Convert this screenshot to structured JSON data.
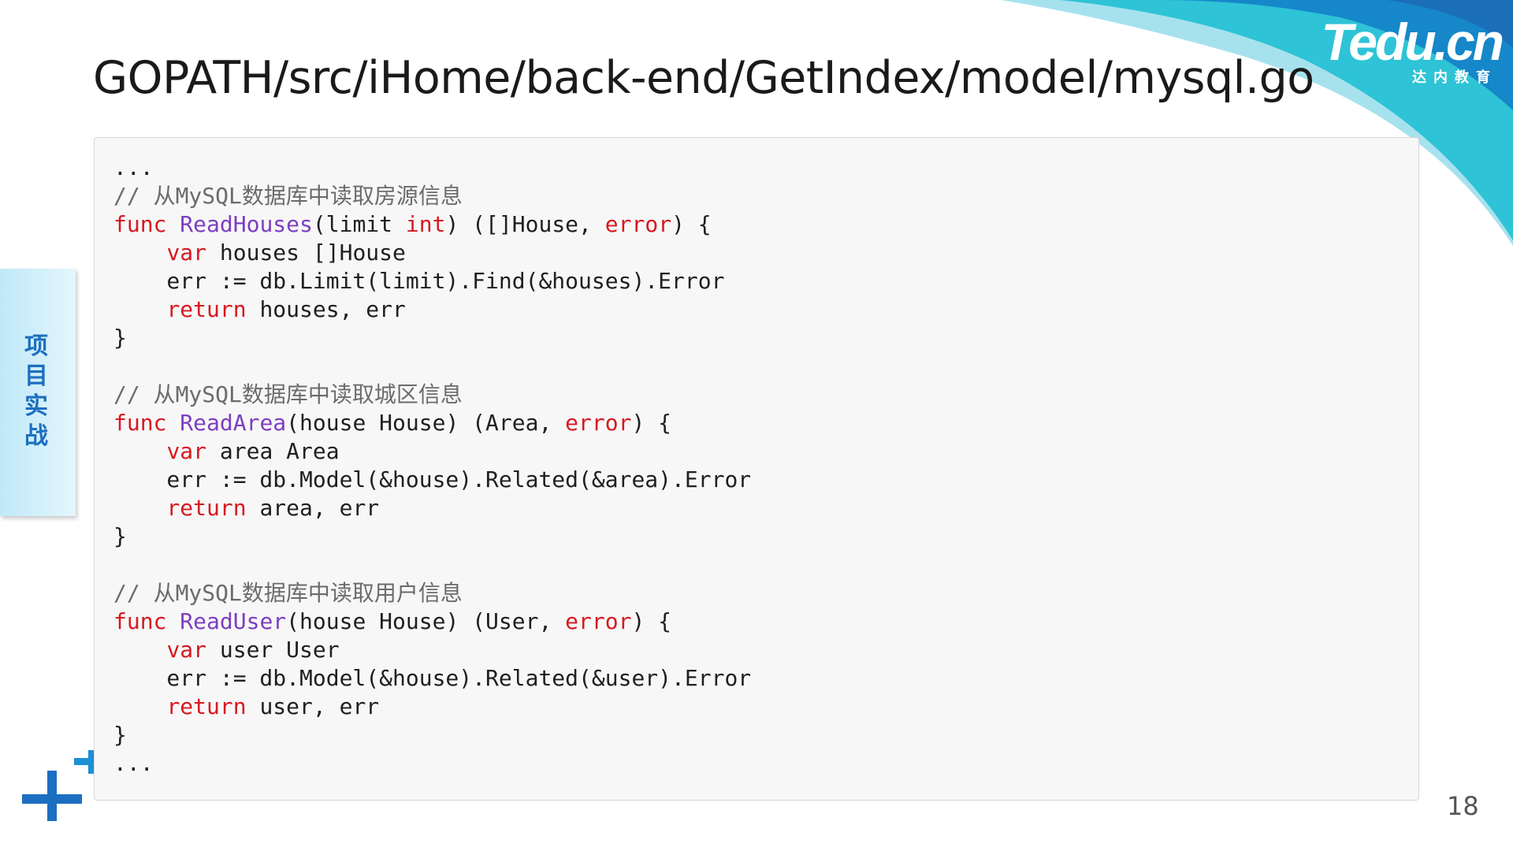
{
  "slide": {
    "title": "GOPATH/src/iHome/back-end/GetIndex/model/mysql.go",
    "page_number": "18"
  },
  "logo": {
    "word": "Tedu.cn",
    "subtitle": "达内教育"
  },
  "side_tab": {
    "label": "项目实战"
  },
  "colors": {
    "keyword": "#d7191e",
    "function": "#7d3ec0",
    "comment": "#6b6b6b",
    "text": "#1f1f1f",
    "code_background": "#f7f7f8",
    "brand_blue": "#1c6fc0",
    "brand_teal": "#2ec3d6"
  },
  "code": {
    "lines": [
      {
        "tokens": [
          {
            "text": "...",
            "type": "plain"
          }
        ]
      },
      {
        "tokens": [
          {
            "text": "// 从MySQL数据库中读取房源信息",
            "type": "comment"
          }
        ]
      },
      {
        "tokens": [
          {
            "text": "func",
            "type": "keyword"
          },
          {
            "text": " ",
            "type": "plain"
          },
          {
            "text": "ReadHouses",
            "type": "func"
          },
          {
            "text": "(limit ",
            "type": "plain"
          },
          {
            "text": "int",
            "type": "keyword"
          },
          {
            "text": ") ([]House, ",
            "type": "plain"
          },
          {
            "text": "error",
            "type": "keyword"
          },
          {
            "text": ") {",
            "type": "plain"
          }
        ]
      },
      {
        "tokens": [
          {
            "text": "    ",
            "type": "plain"
          },
          {
            "text": "var",
            "type": "keyword"
          },
          {
            "text": " houses []House",
            "type": "plain"
          }
        ]
      },
      {
        "tokens": [
          {
            "text": "    err := db.Limit(limit).Find(&houses).Error",
            "type": "plain"
          }
        ]
      },
      {
        "tokens": [
          {
            "text": "    ",
            "type": "plain"
          },
          {
            "text": "return",
            "type": "keyword"
          },
          {
            "text": " houses, err",
            "type": "plain"
          }
        ]
      },
      {
        "tokens": [
          {
            "text": "}",
            "type": "plain"
          }
        ]
      },
      {
        "tokens": []
      },
      {
        "tokens": [
          {
            "text": "// 从MySQL数据库中读取城区信息",
            "type": "comment"
          }
        ]
      },
      {
        "tokens": [
          {
            "text": "func",
            "type": "keyword"
          },
          {
            "text": " ",
            "type": "plain"
          },
          {
            "text": "ReadArea",
            "type": "func"
          },
          {
            "text": "(house House) (Area, ",
            "type": "plain"
          },
          {
            "text": "error",
            "type": "keyword"
          },
          {
            "text": ") {",
            "type": "plain"
          }
        ]
      },
      {
        "tokens": [
          {
            "text": "    ",
            "type": "plain"
          },
          {
            "text": "var",
            "type": "keyword"
          },
          {
            "text": " area Area",
            "type": "plain"
          }
        ]
      },
      {
        "tokens": [
          {
            "text": "    err := db.Model(&house).Related(&area).Error",
            "type": "plain"
          }
        ]
      },
      {
        "tokens": [
          {
            "text": "    ",
            "type": "plain"
          },
          {
            "text": "return",
            "type": "keyword"
          },
          {
            "text": " area, err",
            "type": "plain"
          }
        ]
      },
      {
        "tokens": [
          {
            "text": "}",
            "type": "plain"
          }
        ]
      },
      {
        "tokens": []
      },
      {
        "tokens": [
          {
            "text": "// 从MySQL数据库中读取用户信息",
            "type": "comment"
          }
        ]
      },
      {
        "tokens": [
          {
            "text": "func",
            "type": "keyword"
          },
          {
            "text": " ",
            "type": "plain"
          },
          {
            "text": "ReadUser",
            "type": "func"
          },
          {
            "text": "(house House) (User, ",
            "type": "plain"
          },
          {
            "text": "error",
            "type": "keyword"
          },
          {
            "text": ") {",
            "type": "plain"
          }
        ]
      },
      {
        "tokens": [
          {
            "text": "    ",
            "type": "plain"
          },
          {
            "text": "var",
            "type": "keyword"
          },
          {
            "text": " user User",
            "type": "plain"
          }
        ]
      },
      {
        "tokens": [
          {
            "text": "    err := db.Model(&house).Related(&user).Error",
            "type": "plain"
          }
        ]
      },
      {
        "tokens": [
          {
            "text": "    ",
            "type": "plain"
          },
          {
            "text": "return",
            "type": "keyword"
          },
          {
            "text": " user, err",
            "type": "plain"
          }
        ]
      },
      {
        "tokens": [
          {
            "text": "}",
            "type": "plain"
          }
        ]
      },
      {
        "tokens": [
          {
            "text": "...",
            "type": "plain"
          }
        ]
      }
    ]
  }
}
